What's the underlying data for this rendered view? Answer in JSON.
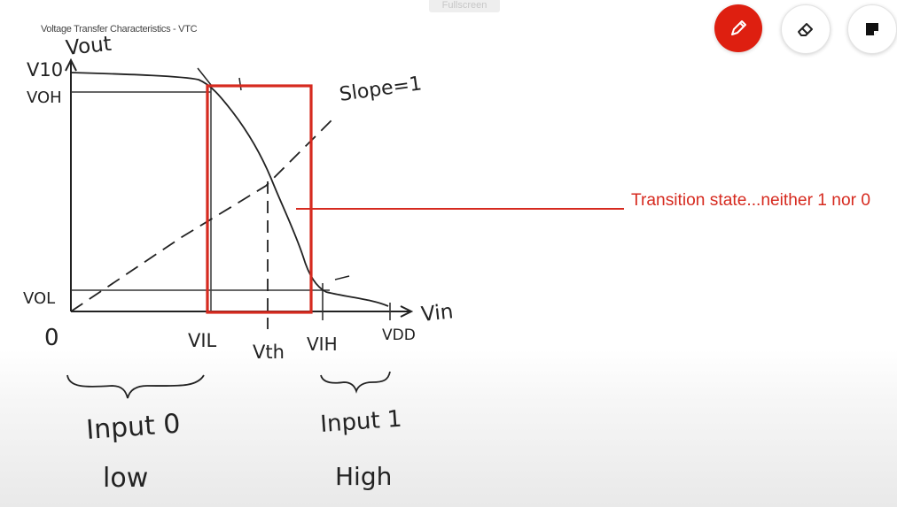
{
  "toolbar": {
    "fullscreen_label": "Fullscreen",
    "pen_icon": "pencil-icon",
    "eraser_icon": "eraser-icon",
    "note_icon": "sticky-note-icon",
    "active_color": "#de1f10"
  },
  "document": {
    "title": "Voltage Transfer Characteristics - VTC"
  },
  "sketch": {
    "labels": {
      "v_out": "Vout",
      "v_in": "Vin",
      "v_10": "V10",
      "v_oh": "VOH",
      "v_ol": "VOL",
      "origin": "0",
      "v_il": "VIL",
      "v_th": "Vth",
      "v_ih": "VIH",
      "v_dd": "VDD",
      "slope": "Slope=1",
      "input_low_line1": "Input 0",
      "input_low_line2": "low",
      "input_high_line1": "Input 1",
      "input_high_line2": "High"
    },
    "annotation": "Transition state...neither 1 nor 0",
    "ink_color": "#222222",
    "highlight_color": "#d62a1f"
  }
}
